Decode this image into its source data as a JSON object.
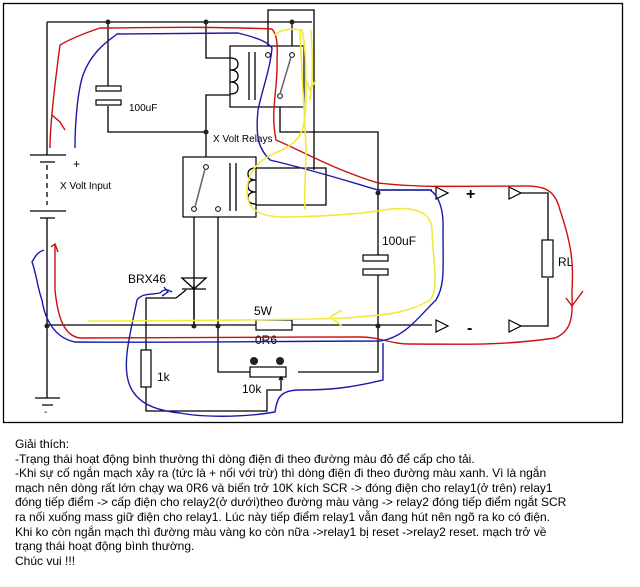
{
  "schematic": {
    "labels": {
      "cap_top": "100uF",
      "relays": "X Volt Relays",
      "input_plus": "+",
      "input": "X Volt Input",
      "cap_right": "100uF",
      "scr": "BRX46",
      "res_5w_power": "5W",
      "res_5w_value": "0R6",
      "res_1k": "1k",
      "pot_10k": "10k",
      "load": "RL",
      "out_plus": "+",
      "out_minus": "-",
      "ground_minus": "-"
    },
    "path_colors": {
      "normal_operation": "#cc1010",
      "short_circuit": "#1a1aa8",
      "relay2_feed": "#f2ea3a"
    }
  },
  "explanation": {
    "title": "Giải thích:",
    "lines": [
      "-Trạng thái hoạt động bình thường thì dòng điện đi theo đường màu đỏ để cấp cho tải.",
      "-Khi sự cố ngắn mạch xảy ra (tức là + nối với trừ) thì dòng điện đi theo đường màu xanh. Vì là ngắn",
      "mạch nên dòng rất lớn chạy wa 0R6 và biến trở 10K kích SCR -> đóng điện cho relay1(ở trên) relay1",
      "đóng tiếp điểm -> cấp điện cho relay2(ở dưới)theo đường màu vàng -> relay2 đóng tiếp điểm ngắt SCR",
      "ra nối xuống mass giữ điện cho relay1. Lúc này tiếp điểm relay1 vẫn đang hút nên ngõ ra ko có điện.",
      "Khi ko còn ngắn mạch thì đường màu vàng ko còn nữa ->relay1 bị reset ->relay2 reset. mạch trở về",
      "trạng thái hoạt động bình thường."
    ],
    "signoff": "Chúc vui !!!"
  }
}
